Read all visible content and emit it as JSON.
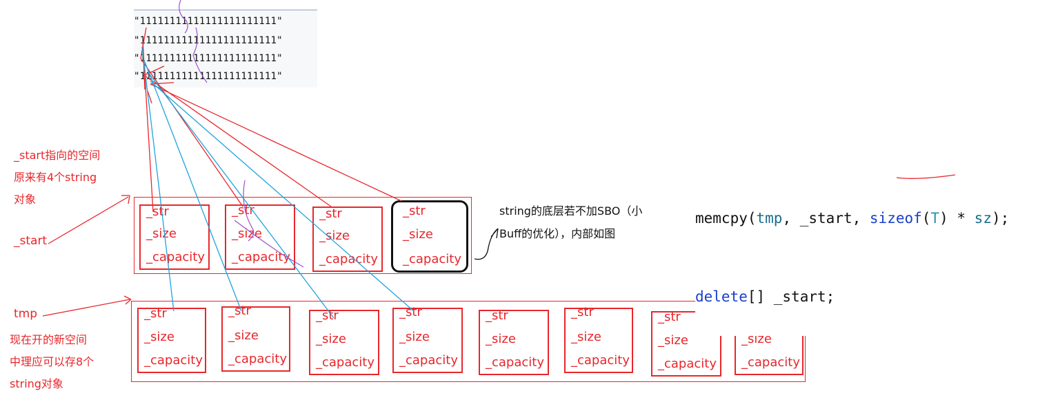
{
  "strings": {
    "lines": [
      "\"11111111111111111111111\"",
      "\"11111111111111111111111\"",
      "\"11111111111111111111111\"",
      "\"11111111111111111111111\""
    ]
  },
  "labels": {
    "start_desc": [
      "_start指向的空间",
      "原来有4个string",
      "对象"
    ],
    "start": "_start",
    "tmp": "tmp",
    "tmp_desc": [
      "现在开的新空间",
      "中理应可以存8个",
      "string对象"
    ]
  },
  "fields": [
    "_str",
    "_size",
    "_capacity"
  ],
  "note": [
    "string的底层若不加SBO（小",
    "Buff的优化），内部如图"
  ],
  "code": {
    "line1": {
      "fn": "memcpy",
      "p1": "(",
      "a1": "tmp",
      "c1": ", ",
      "a2": "_start",
      "c2": ", ",
      "kw": "sizeof",
      "p2": "(",
      "ty": "T",
      "p3": ")",
      "op": " * ",
      "a3": "sz",
      "end": ");"
    },
    "line2": {
      "kw": "delete",
      "rest": "[] _start;"
    }
  },
  "colors": {
    "red": "#e8262b",
    "blue": "#1fa3dc",
    "purple": "#9b4fc9",
    "black": "#111111"
  }
}
